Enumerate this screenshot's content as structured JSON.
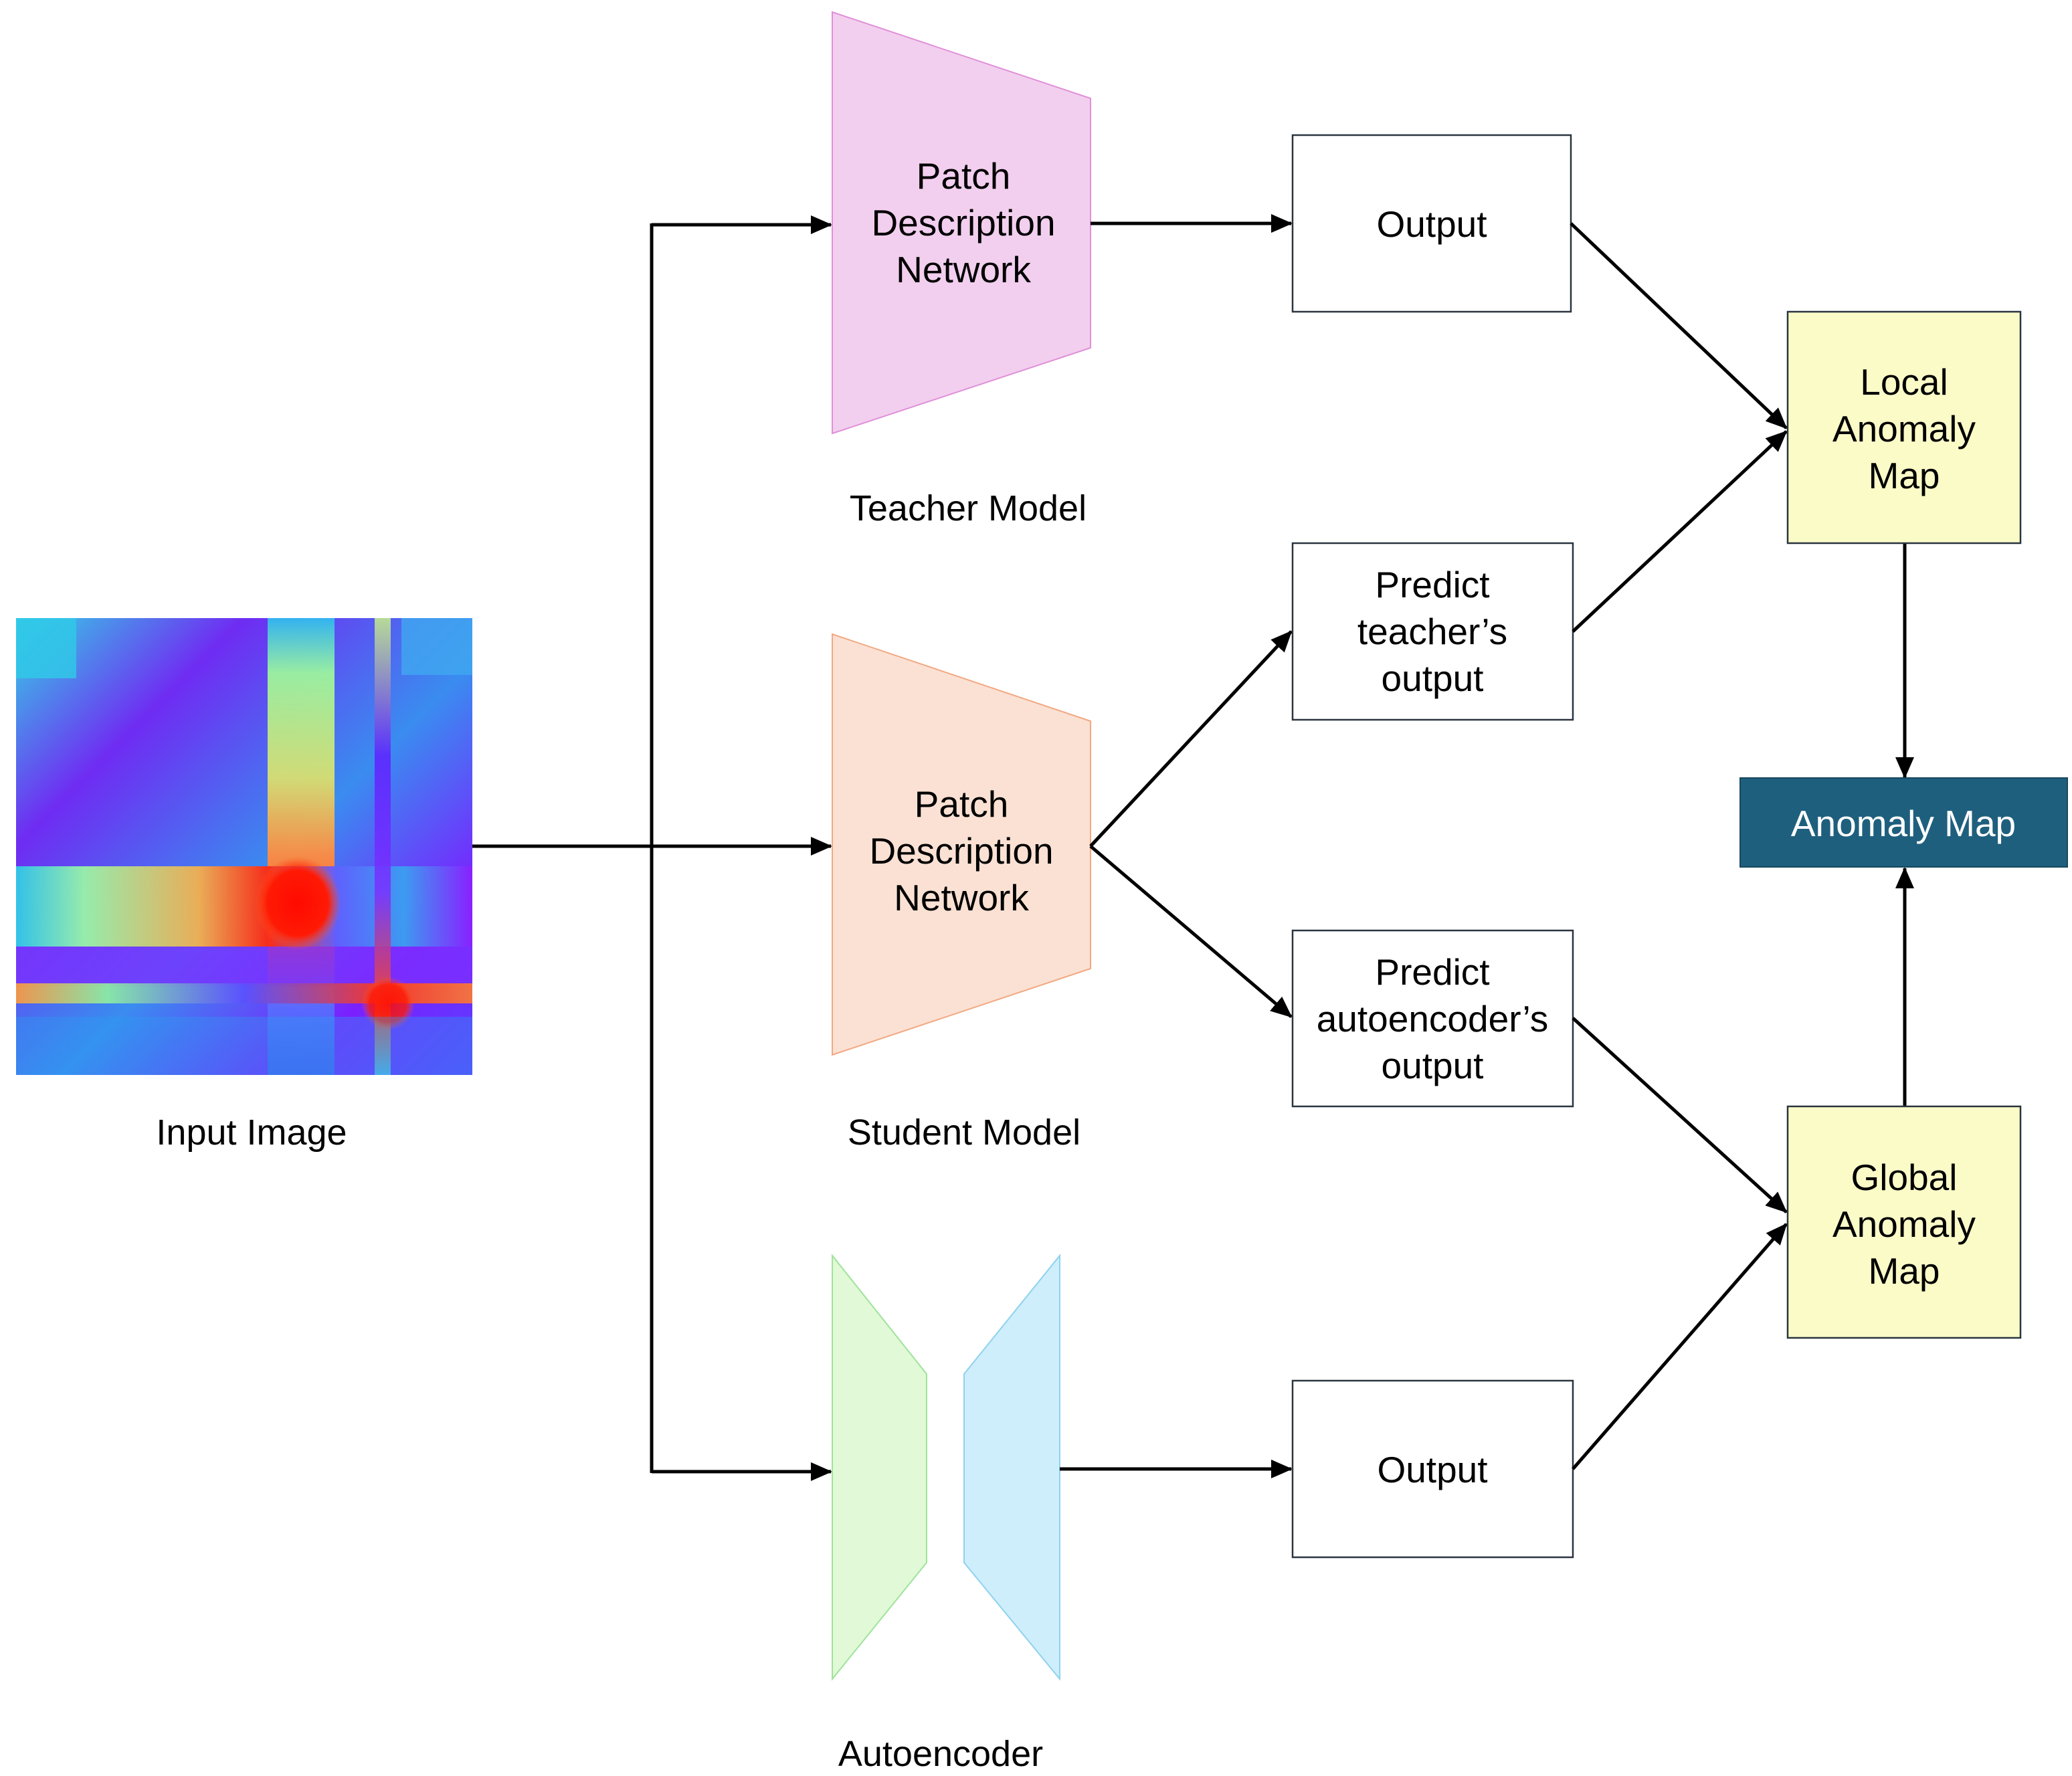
{
  "input_image": {
    "caption": "Input Image"
  },
  "teacher": {
    "line1": "Patch",
    "line2": "Description",
    "line3": "Network",
    "caption": "Teacher Model",
    "color": "#f2cfee",
    "stroke": "#e090d8"
  },
  "student": {
    "line1": "Patch",
    "line2": "Description",
    "line3": "Network",
    "caption": "Student Model",
    "color": "#fae1d3",
    "stroke": "#f2a882"
  },
  "autoencoder": {
    "caption": "Autoencoder",
    "encoder_color": "#e1f9d6",
    "decoder_color": "#cdeefa"
  },
  "outputs": {
    "teacher_output": "Output",
    "predict_teacher": {
      "line1": "Predict",
      "line2": "teacher’s",
      "line3": "output"
    },
    "predict_autoencoder": {
      "line1": "Predict",
      "line2": "autoencoder’s",
      "line3": "output"
    },
    "autoencoder_output": "Output"
  },
  "local_map": {
    "line1": "Local",
    "line2": "Anomaly",
    "line3": "Map",
    "color": "#fbfbc8"
  },
  "global_map": {
    "line1": "Global",
    "line2": "Anomaly",
    "line3": "Map",
    "color": "#fbfbc8"
  },
  "anomaly_map": {
    "label": "Anomaly Map",
    "color": "#1f5f7e"
  }
}
